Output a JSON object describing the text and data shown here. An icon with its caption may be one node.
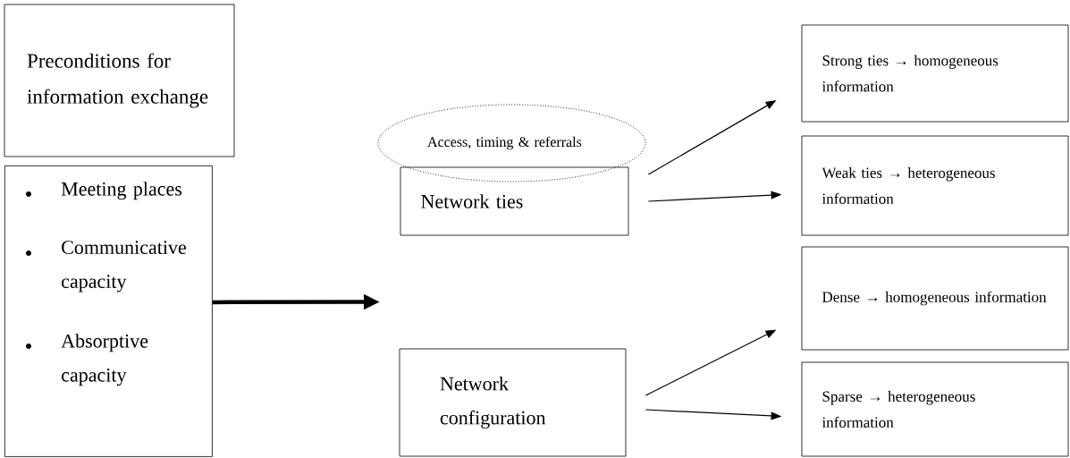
{
  "diagram": {
    "nodes": [
      {
        "text": [
          "Preconditions for information exchange"
        ]
      },
      {
        "text": [
          "Meeting places",
          "Communicative capacity",
          "Absorptive capacity"
        ]
      },
      {
        "text": [
          "Access, timing & referrals"
        ]
      },
      {
        "text": [
          "Network ties"
        ]
      },
      {
        "text": [
          "Network configuration"
        ]
      },
      {
        "text": [
          "Strong ties → homogeneous information"
        ]
      },
      {
        "text": [
          "Weak ties → heterogeneous information"
        ]
      },
      {
        "text": [
          "Dense → homogeneous information"
        ]
      },
      {
        "text": [
          "Sparse → heterogeneous information"
        ]
      }
    ],
    "edges": [
      {
        "from": 1,
        "to": null,
        "arrow": "to",
        "style": "thick"
      },
      {
        "from": 3,
        "to": 5,
        "arrow": "to"
      },
      {
        "from": 3,
        "to": 6,
        "arrow": "to"
      },
      {
        "from": 4,
        "to": 7,
        "arrow": "to"
      },
      {
        "from": 4,
        "to": 8,
        "arrow": "to"
      }
    ]
  }
}
